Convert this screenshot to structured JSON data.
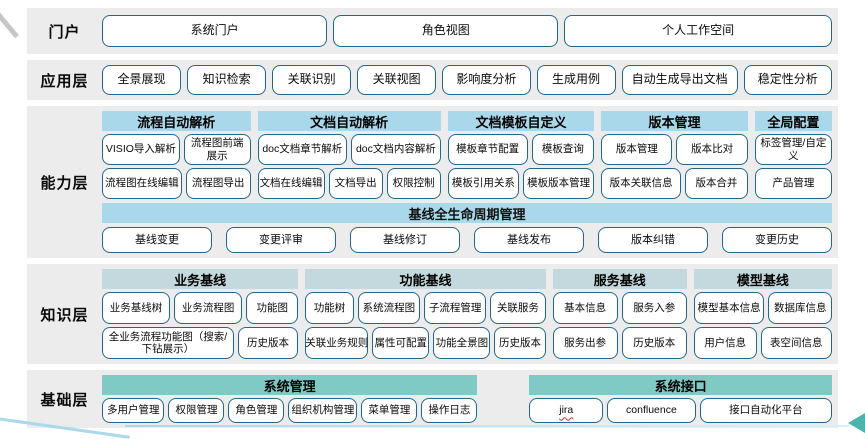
{
  "colors": {
    "band_bg": "#ececec",
    "capability_header_bg": "#a8d8e9",
    "knowledge_header_bg": "#c3d9dd",
    "foundation_header_bg": "#7fcac5",
    "button_border": "#21688a",
    "arrow_teal": "#4db3ad",
    "line_blue": "#abd8ec"
  },
  "layers": [
    {
      "id": "portal",
      "label": "门户",
      "type": "buttons-row",
      "btn_basis": 140,
      "buttons": [
        "系统门户",
        "角色视图",
        "个人工作空间"
      ]
    },
    {
      "id": "application",
      "label": "应用层",
      "type": "buttons-row",
      "btn_basis": 42,
      "buttons": [
        "全景展现",
        "知识检索",
        "关联识别",
        "关联视图",
        "影响度分析",
        "生成用例",
        "自动生成导出文档",
        "稳定性分析"
      ]
    },
    {
      "id": "capability",
      "label": "能力层",
      "type": "groups",
      "header_bg_key": "capability_header_bg",
      "header_class": "hdr-capability",
      "btn_basis": 28,
      "groups": [
        {
          "title": "流程自动解析",
          "flex": 150,
          "rows": [
            [
              "VISIO导入解析",
              {
                "label": "流程图前端展示",
                "wrap": true
              }
            ],
            [
              "流程图在线编辑",
              "流程图导出"
            ]
          ]
        },
        {
          "title": "文档自动解析",
          "flex": 185,
          "rows": [
            [
              "doc文档章节解析",
              "doc文档内容解析"
            ],
            [
              "文档在线编辑",
              "文档导出",
              "权限控制"
            ]
          ]
        },
        {
          "title": "文档模板自定义",
          "flex": 148,
          "rows": [
            [
              "模板章节配置",
              "模板查询"
            ],
            [
              "模板引用关系",
              "模板版本管理"
            ]
          ]
        },
        {
          "title": "版本管理",
          "flex": 148,
          "rows": [
            [
              "版本管理",
              "版本比对"
            ],
            [
              "版本关联信息",
              "版本合并"
            ]
          ]
        },
        {
          "title": "全局配置",
          "flex": 78,
          "rows": [
            [
              {
                "label": "标签管理/自定义",
                "wrap": true
              }
            ],
            [
              "产品管理"
            ]
          ]
        }
      ],
      "baseline": {
        "title": "基线全生命周期管理",
        "buttons": [
          "基线变更",
          "变更评审",
          "基线修订",
          "基线发布",
          "版本纠错",
          "变更历史"
        ]
      }
    },
    {
      "id": "knowledge",
      "label": "知识层",
      "type": "groups",
      "header_bg_key": "knowledge_header_bg",
      "header_class": "hdr-knowledge",
      "btn_basis": 28,
      "groups": [
        {
          "title": "业务基线",
          "flex": 196,
          "rows": [
            [
              "业务基线树",
              "业务流程图",
              "功能图"
            ],
            [
              {
                "label": "全业务流程功能图（搜索/下钻展示）",
                "wrap": true,
                "flex": 16
              },
              {
                "label": "历史版本",
                "flex": 5
              }
            ]
          ]
        },
        {
          "title": "功能基线",
          "flex": 240,
          "rows": [
            [
              "功能树",
              "系统流程图",
              "子流程管理",
              "关联服务"
            ],
            [
              "关联业务规则",
              "属性可配置",
              "功能全景图",
              "历史版本"
            ]
          ]
        },
        {
          "title": "服务基线",
          "flex": 134,
          "rows": [
            [
              "基本信息",
              "服务入参"
            ],
            [
              "服务出参",
              "历史版本"
            ]
          ]
        },
        {
          "title": "模型基线",
          "flex": 138,
          "rows": [
            [
              "模型基本信息",
              "数据库信息"
            ],
            [
              "用户信息",
              "表空间信息"
            ]
          ]
        }
      ]
    },
    {
      "id": "foundation",
      "label": "基础层",
      "type": "groups",
      "header_bg_key": "foundation_header_bg",
      "header_class": "hdr-foundation",
      "btn_basis": 30,
      "groups": [
        {
          "title": "系统管理",
          "flex": 372,
          "rows": [
            [
              "多用户管理",
              "权限管理",
              "角色管理",
              "组织机构管理",
              "菜单管理",
              "操作日志"
            ]
          ]
        },
        {
          "title": "系统接口",
          "flex": 300,
          "gap_before": 45,
          "rows": [
            [
              {
                "label": "jira",
                "misspelled": true,
                "flex": 6
              },
              {
                "label": "confluence",
                "flex": 8
              },
              {
                "label": "接口自动化平台",
                "flex": 14
              }
            ]
          ]
        }
      ]
    }
  ],
  "decorations": {
    "top_left": "corner-line",
    "bottom_left": "swoosh-line",
    "bottom_right": "left-arrow"
  }
}
